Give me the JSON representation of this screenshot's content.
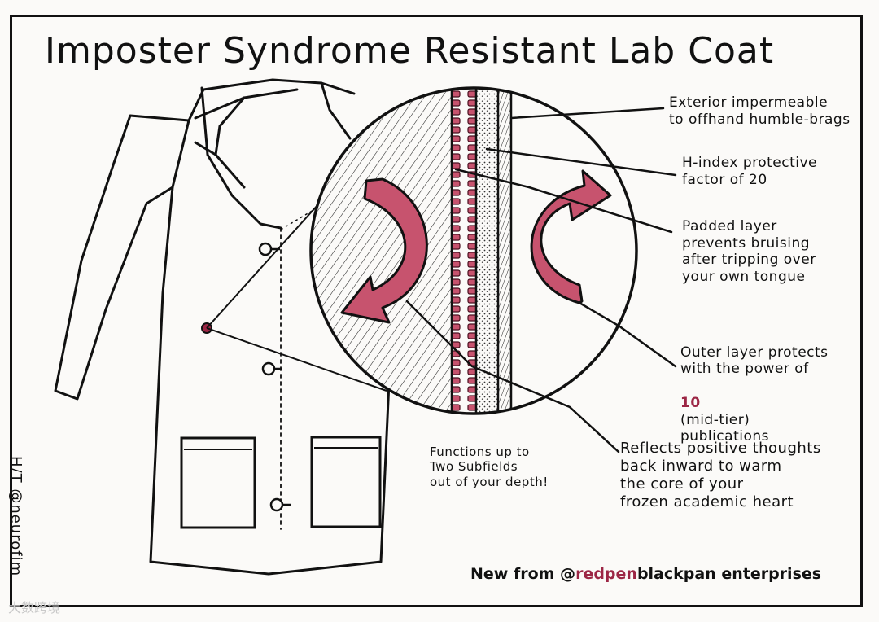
{
  "title": "Imposter Syndrome Resistant Lab Coat",
  "annotations": {
    "exterior": "Exterior impermeable\nto offhand humble-brags",
    "h_index": "H-index protective\nfactor of 20",
    "padded": "Padded layer\nprevents bruising\nafter tripping over\nyour own tongue",
    "outer_prefix": "Outer layer protects\nwith the power of",
    "outer_number": "10",
    "outer_suffix": "(mid-tier)\npublications",
    "reflects": "Reflects positive thoughts\nback inward to warm\nthe core of your\nfrozen academic heart",
    "functions": "Functions up to\nTwo Subfields\nout of your depth!"
  },
  "credit": "H/T @neurofim",
  "footer": {
    "prefix": "New from @",
    "red": "redpen",
    "black": "blackpan enterprises"
  },
  "watermark": "大数跨境",
  "colors": {
    "ink": "#111111",
    "accent_red": "#9c2645",
    "arrow_fill": "#c7536e",
    "paper": "#fbfaf8"
  }
}
